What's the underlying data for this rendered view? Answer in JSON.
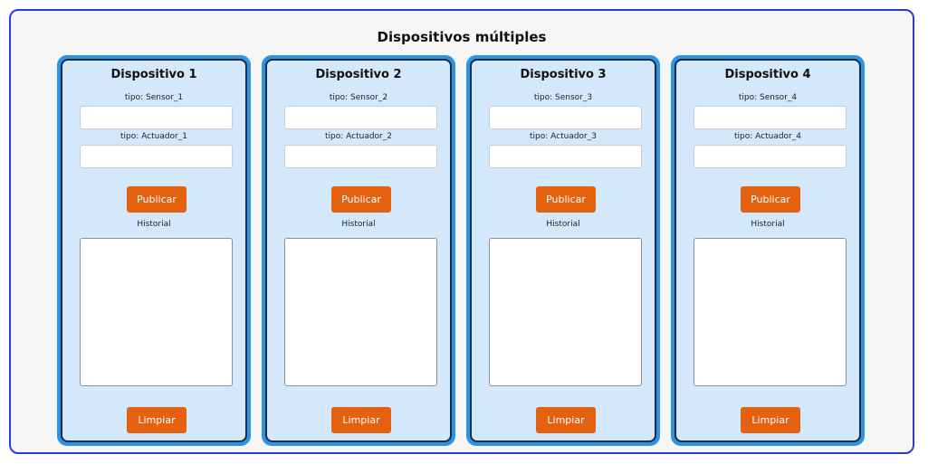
{
  "page": {
    "title": "Dispositivos múltiples"
  },
  "devices": [
    {
      "title": "Dispositivo 1",
      "sensor_label": "tipo: Sensor_1",
      "sensor_value": "",
      "actuator_label": "tipo: Actuador_1",
      "actuator_value": "",
      "publish_label": "Publicar",
      "history_label": "Historial",
      "history_value": "",
      "clear_label": "Limpiar"
    },
    {
      "title": "Dispositivo 2",
      "sensor_label": "tipo: Sensor_2",
      "sensor_value": "",
      "actuator_label": "tipo: Actuador_2",
      "actuator_value": "",
      "publish_label": "Publicar",
      "history_label": "Historial",
      "history_value": "",
      "clear_label": "Limpiar"
    },
    {
      "title": "Dispositivo 3",
      "sensor_label": "tipo: Sensor_3",
      "sensor_value": "",
      "actuator_label": "tipo: Actuador_3",
      "actuator_value": "",
      "publish_label": "Publicar",
      "history_label": "Historial",
      "history_value": "",
      "clear_label": "Limpiar"
    },
    {
      "title": "Dispositivo 4",
      "sensor_label": "tipo: Sensor_4",
      "sensor_value": "",
      "actuator_label": "tipo: Actuador_4",
      "actuator_value": "",
      "publish_label": "Publicar",
      "history_label": "Historial",
      "history_value": "",
      "clear_label": "Limpiar"
    }
  ],
  "colors": {
    "page_border": "#2a3fc9",
    "card_border": "#2a93ea",
    "card_background": "#d3e8fb",
    "button": "#e4610f"
  }
}
